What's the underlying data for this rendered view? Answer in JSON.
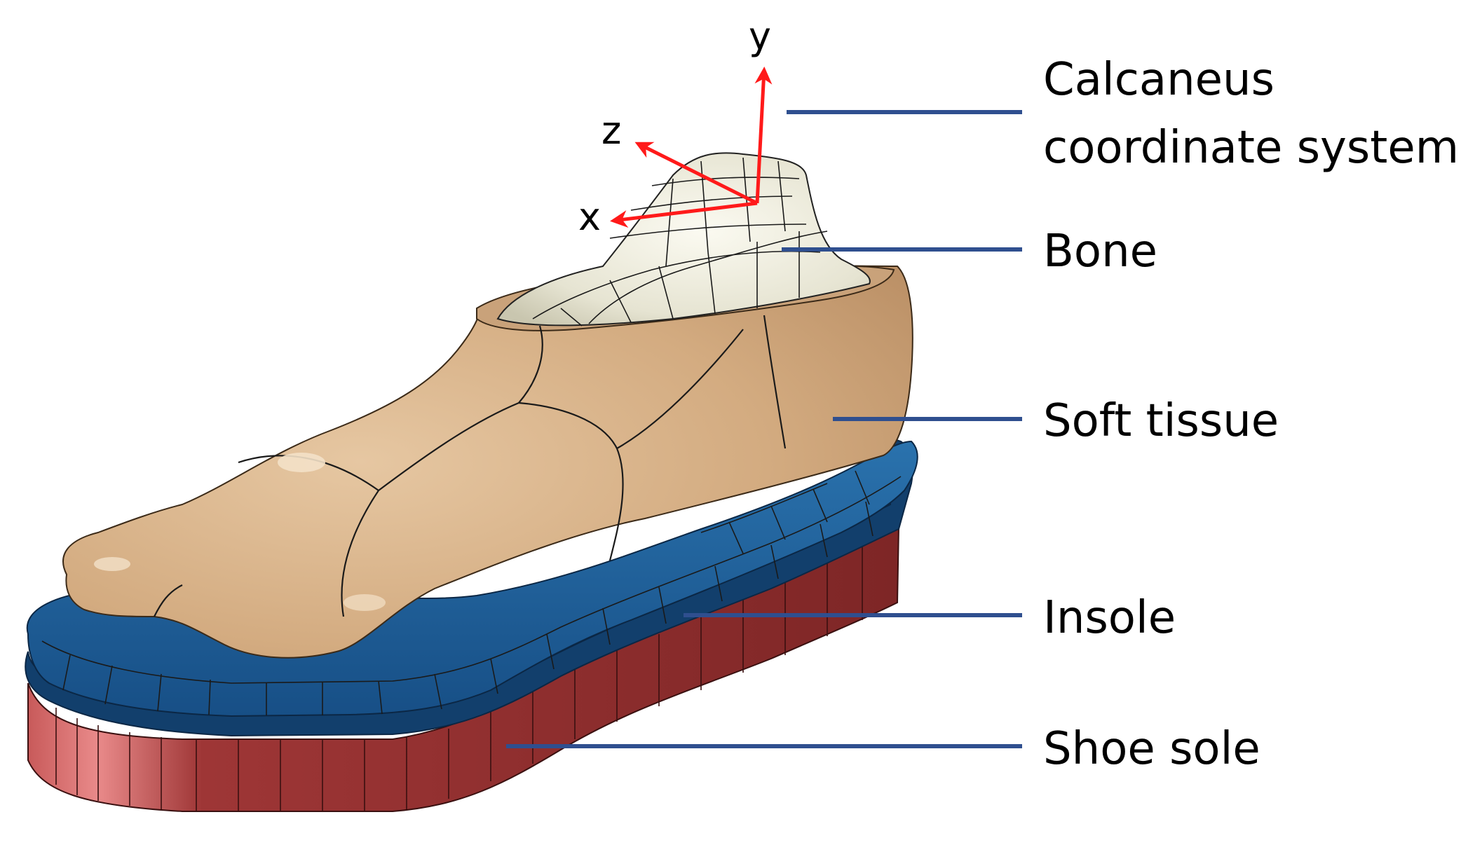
{
  "labels": {
    "calcaneus_line1": "Calcaneus",
    "calcaneus_line2": "coordinate system",
    "bone": "Bone",
    "soft_tissue": "Soft tissue",
    "insole": "Insole",
    "shoe_sole": "Shoe sole"
  },
  "axes": {
    "x": "x",
    "y": "y",
    "z": "z"
  },
  "colors": {
    "leader_line": "#2f4f8f",
    "axis_arrow": "#ff1a1a",
    "soft_tissue": "#d9b48c",
    "bone": "#ecebdc",
    "insole": "#1b5f98",
    "shoe_sole": "#9b3434"
  }
}
